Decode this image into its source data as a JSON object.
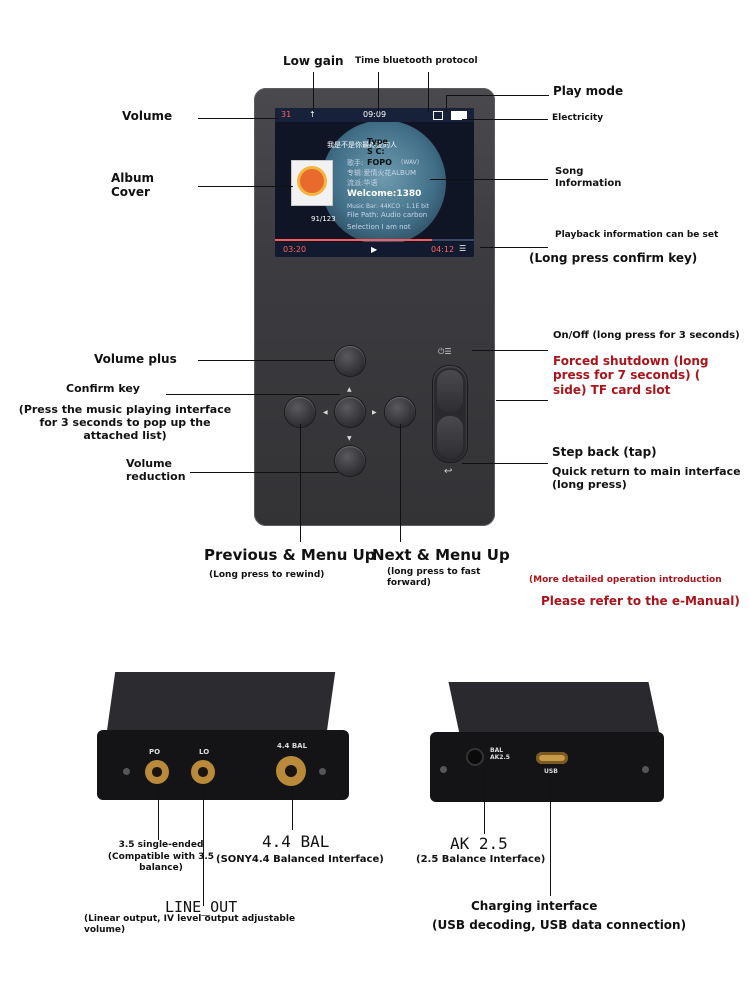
{
  "labels": {
    "low_gain": "Low gain",
    "time_bt": "Time bluetooth protocol",
    "volume": "Volume",
    "play_mode": "Play mode",
    "electricity": "Electricity",
    "album_cover": "Album Cover",
    "song_info": "Song Information",
    "playback_info": "Playback information can be set",
    "long_press_confirm": "(Long press confirm key)",
    "on_off": "On/Off (long press for 3 seconds)",
    "forced_shutdown": "Forced shutdown (long press for 7 seconds) ( side) TF card slot",
    "volume_plus": "Volume plus",
    "confirm_key": "Confirm key",
    "confirm_desc": "(Press the music playing interface for 3 seconds to pop up the attached list)",
    "volume_reduction": "Volume reduction",
    "step_back": "Step back (tap)",
    "quick_return": "Quick return to main interface (long press)",
    "prev_menu_up": "Previous & Menu Up",
    "next_menu_up": "Next & Menu Up",
    "long_rewind": "(Long press to rewind)",
    "long_forward": "(long press to fast forward)",
    "more_detail": "(More detailed operation introduction",
    "e_manual": "Please refer to the e-Manual)",
    "po_single": "3.5 single-ended",
    "compatible": "(Compatible with 3.5 balance)",
    "bal44": "4.4 BAL",
    "sony44": "(SONY4.4 Balanced Interface)",
    "line_out": "LINE_OUT",
    "line_out_desc": "(Linear output, IV level output adjustable volume)",
    "ak25": "AK 2.5",
    "ak25_desc": "(2.5 Balance Interface)",
    "charging": "Charging interface",
    "charging_desc": "(USB decoding, USB data connection)"
  },
  "screen": {
    "volume_value": "31",
    "time": "09:09",
    "line1": "我是不是你最疼爱的人",
    "type_label": "Type",
    "sc": "S C:",
    "singer_row": "歌手:",
    "fopo": "FOPO",
    "wav": "(WAV)",
    "album_row": "专辑:爱情火花ALBUM",
    "style_row": "流派:华语",
    "welcome": "Welcome:1380",
    "track_no": "91/123",
    "music_bar": "Music Bar: 44KCO · 1.1E bit",
    "file_path": "File Path: Audio carbon",
    "selection": "Selection I am not",
    "elapsed": "03:20",
    "play_icon": "play-icon",
    "total": "04:12"
  },
  "device_glyphs": {
    "onoff_glyph": "⏻☰",
    "back_glyph": "↩"
  },
  "port_labels": {
    "po": "PO",
    "lo": "LO",
    "bal44": "4.4 BAL",
    "bal_ak": "BAL AK2.5",
    "usb": "USB"
  },
  "colors": {
    "accent_red": "#a8141a",
    "screen_red": "#ff5b5b",
    "device_gray": "#3c3c40"
  }
}
